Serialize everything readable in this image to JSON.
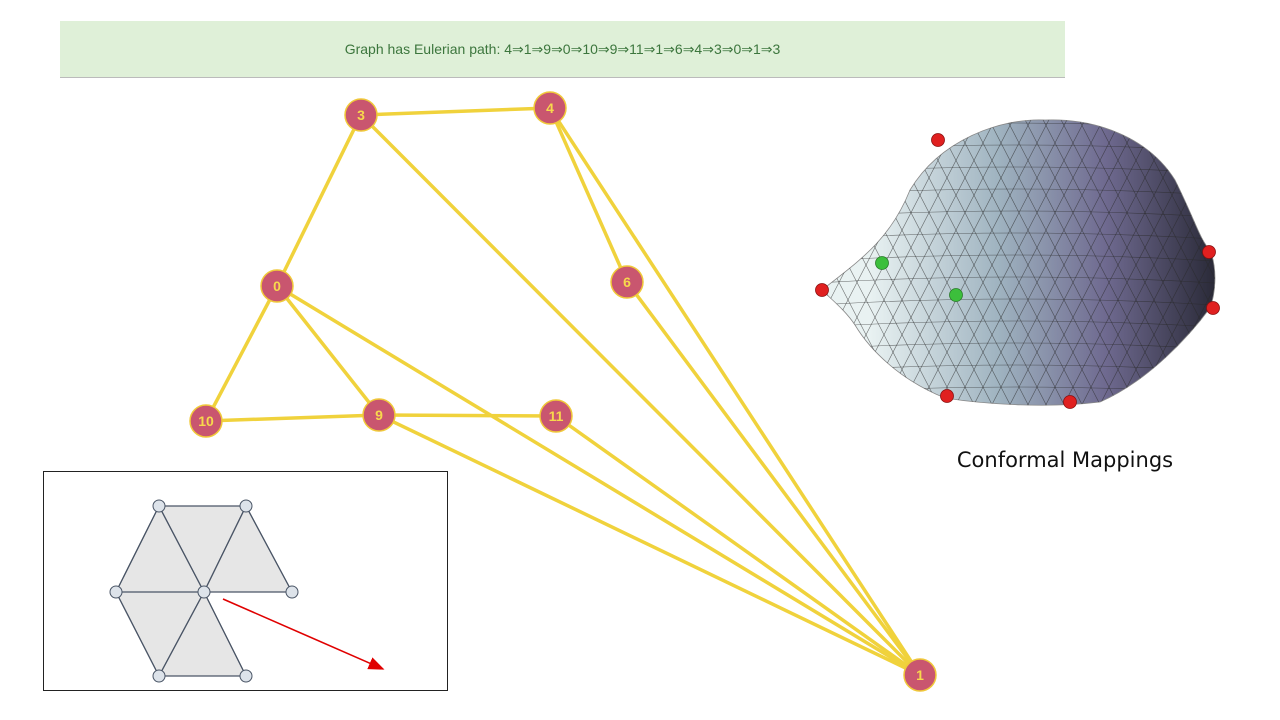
{
  "banner": {
    "text": "Graph has Eulerian path: 4⇒1⇒9⇒0⇒10⇒9⇒11⇒1⇒6⇒4⇒3⇒0⇒1⇒3"
  },
  "caption": {
    "text": "Conformal Mappings"
  },
  "graph": {
    "nodes": [
      {
        "id": "3",
        "label": "3"
      },
      {
        "id": "4",
        "label": "4"
      },
      {
        "id": "0",
        "label": "0"
      },
      {
        "id": "6",
        "label": "6"
      },
      {
        "id": "10",
        "label": "10"
      },
      {
        "id": "9",
        "label": "9"
      },
      {
        "id": "11",
        "label": "11"
      },
      {
        "id": "1",
        "label": "1"
      }
    ],
    "edges": [
      [
        "4",
        "1"
      ],
      [
        "1",
        "9"
      ],
      [
        "9",
        "0"
      ],
      [
        "0",
        "10"
      ],
      [
        "10",
        "9"
      ],
      [
        "9",
        "11"
      ],
      [
        "11",
        "1"
      ],
      [
        "1",
        "6"
      ],
      [
        "6",
        "4"
      ],
      [
        "4",
        "3"
      ],
      [
        "3",
        "0"
      ],
      [
        "0",
        "1"
      ],
      [
        "1",
        "3"
      ]
    ],
    "colors": {
      "node_fill": "#c9566f",
      "node_stroke": "#f0c93a",
      "edge": "#f0d23c",
      "label": "#f7d94c"
    }
  },
  "mesh_colors": {
    "triangle_fill": "#e6e6e6",
    "edge": "#4a5566",
    "vertex_fill": "#dde3ea",
    "arrow": "#e00000"
  },
  "surface_colors": {
    "light": "#e9f2f2",
    "mid": "#6f6a90",
    "dark": "#2a2a38",
    "marker_red": "#e02020",
    "marker_green": "#3cbf3c"
  }
}
